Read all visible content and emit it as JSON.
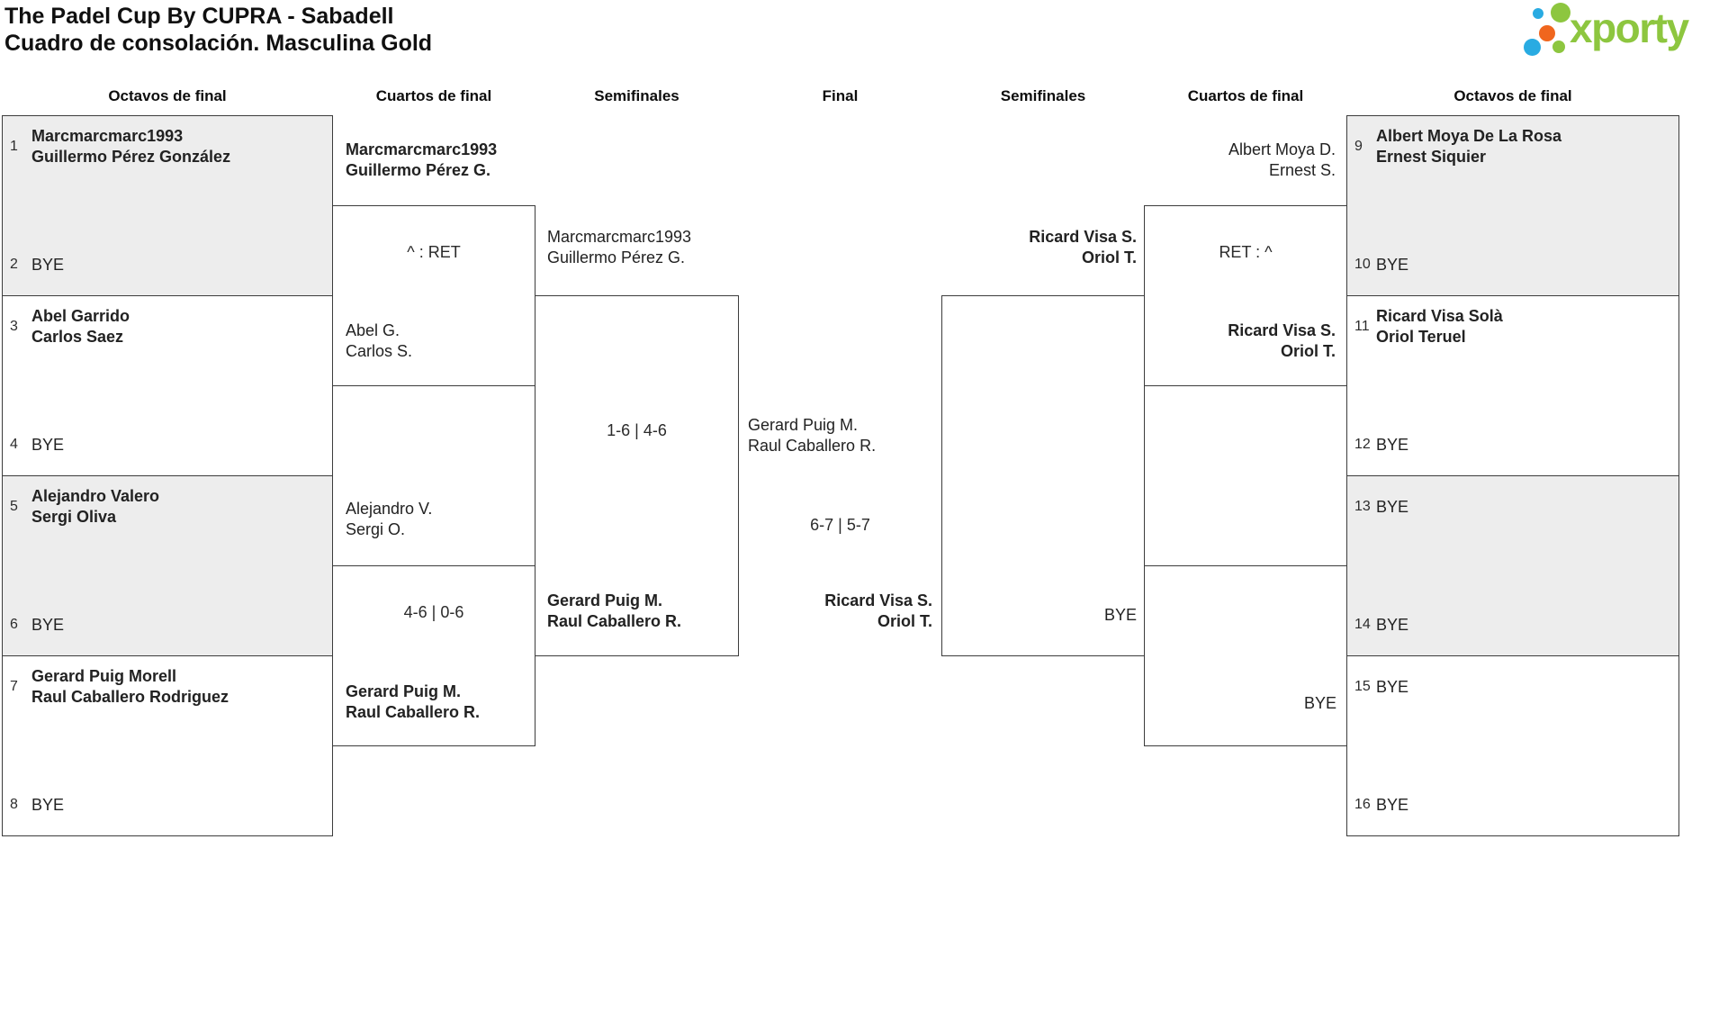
{
  "title": {
    "line1": "The Padel Cup By CUPRA - Sabadell",
    "line2": "Cuadro de consolación. Masculina Gold"
  },
  "logo": {
    "text": "xporty"
  },
  "round_headers": {
    "left_octavos": "Octavos de final",
    "left_cuartos": "Cuartos de final",
    "left_semis": "Semifinales",
    "final": "Final",
    "right_semis": "Semifinales",
    "right_cuartos": "Cuartos de final",
    "right_octavos": "Octavos de final"
  },
  "octavos_left": [
    {
      "seed": "1",
      "line1": "Marcmarcmarc1993",
      "line2": "Guillermo Pérez González"
    },
    {
      "seed": "2",
      "line1": "BYE"
    },
    {
      "seed": "3",
      "line1": "Abel Garrido",
      "line2": "Carlos Saez"
    },
    {
      "seed": "4",
      "line1": "BYE"
    },
    {
      "seed": "5",
      "line1": "Alejandro Valero",
      "line2": "Sergi Oliva"
    },
    {
      "seed": "6",
      "line1": "BYE"
    },
    {
      "seed": "7",
      "line1": "Gerard Puig Morell",
      "line2": "Raul Caballero Rodriguez"
    },
    {
      "seed": "8",
      "line1": "BYE"
    }
  ],
  "octavos_right": [
    {
      "seed": "9",
      "line1": "Albert Moya De La Rosa",
      "line2": "Ernest Siquier"
    },
    {
      "seed": "10",
      "line1": "BYE"
    },
    {
      "seed": "11",
      "line1": "Ricard Visa Solà",
      "line2": "Oriol Teruel"
    },
    {
      "seed": "12",
      "line1": "BYE"
    },
    {
      "seed": "13",
      "line1": "BYE"
    },
    {
      "seed": "14",
      "line1": "BYE"
    },
    {
      "seed": "15",
      "line1": "BYE"
    },
    {
      "seed": "16",
      "line1": "BYE"
    }
  ],
  "matches": {
    "cuartos_left_top": {
      "top1": "Marcmarcmarc1993",
      "top2": "Guillermo Pérez G.",
      "score": "^ : RET",
      "bottom1": "Abel G.",
      "bottom2": "Carlos S."
    },
    "cuartos_left_bottom": {
      "top1": "Alejandro V.",
      "top2": "Sergi O.",
      "score": "4-6 | 0-6",
      "bottom1": "Gerard Puig M.",
      "bottom2": "Raul Caballero R."
    },
    "semi_left": {
      "top1": "Marcmarcmarc1993",
      "top2": "Guillermo Pérez G.",
      "score": "1-6 | 4-6",
      "bottom1": "Gerard Puig M.",
      "bottom2": "Raul Caballero R."
    },
    "final": {
      "left1": "Gerard Puig M.",
      "left2": "Raul Caballero R.",
      "score": "6-7 | 5-7",
      "right1": "Ricard Visa S.",
      "right2": "Oriol T."
    },
    "semi_right": {
      "top1": "Ricard Visa S.",
      "top2": "Oriol T.",
      "bottom1": "BYE"
    },
    "cuartos_right_top": {
      "top1": "Albert Moya D.",
      "top2": "Ernest S.",
      "score": "RET : ^",
      "bottom1": "Ricard Visa S.",
      "bottom2": "Oriol T."
    },
    "cuartos_right_bottom": {
      "bottom1": "BYE"
    }
  },
  "colors": {
    "logo_green": "#8dc63f",
    "logo_blue": "#29abe2",
    "logo_orange": "#f0661e",
    "bye_box_fill": "#ededed",
    "border": "#3c3c3c"
  }
}
